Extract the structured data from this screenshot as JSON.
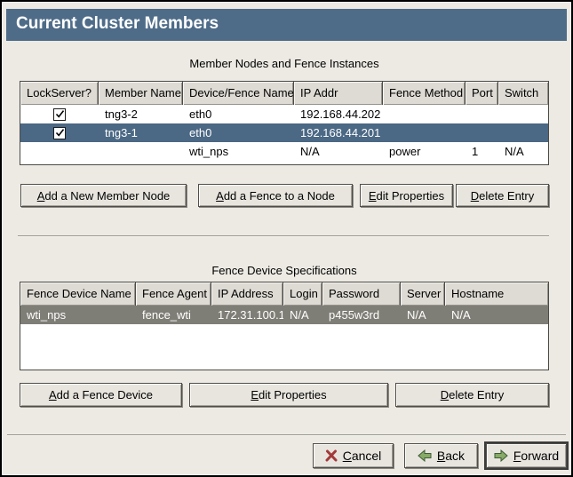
{
  "window": {
    "title": "Current Cluster Members"
  },
  "colors": {
    "titlebar_bg": "#4e6c88",
    "active_selection_bg": "#4b6884",
    "inactive_selection_bg": "#7f7e76",
    "window_bg": "#eceae3",
    "cancel_icon_red": "#a33a3a",
    "arrow_icon_green": "#87aa67"
  },
  "member_section": {
    "heading": "Member Nodes and Fence Instances",
    "columns": [
      "LockServer?",
      "Member Name",
      "Device/Fence Name",
      "IP Addr",
      "Fence Method",
      "Port",
      "Switch"
    ],
    "rows": [
      {
        "lockserver_checked": true,
        "member_name": "tng3-2",
        "device_fence_name": "eth0",
        "ip_addr": "192.168.44.202",
        "fence_method": "",
        "port": "",
        "switch": ""
      },
      {
        "lockserver_checked": true,
        "member_name": "tng3-1",
        "device_fence_name": "eth0",
        "ip_addr": "192.168.44.201",
        "fence_method": "",
        "port": "",
        "switch": ""
      },
      {
        "lockserver_checked": false,
        "member_name": "",
        "device_fence_name": "wti_nps",
        "ip_addr": "N/A",
        "fence_method": "power",
        "port": "1",
        "switch": "N/A"
      }
    ],
    "selected_row_index": 1,
    "buttons": {
      "add_member": "Add a New Member Node",
      "add_fence": "Add a Fence to a Node",
      "edit_properties": "Edit Properties",
      "delete_entry": "Delete Entry"
    }
  },
  "fence_section": {
    "heading": "Fence Device Specifications",
    "columns": [
      "Fence Device Name",
      "Fence Agent",
      "IP Address",
      "Login",
      "Password",
      "Server",
      "Hostname"
    ],
    "rows": [
      {
        "fence_device_name": "wti_nps",
        "fence_agent": "fence_wti",
        "ip_address": "172.31.100.1",
        "login": "N/A",
        "password": "p455w3rd",
        "server": "N/A",
        "hostname": "N/A"
      }
    ],
    "selected_row_index": 0,
    "buttons": {
      "add_device": "Add a Fence Device",
      "edit_properties": "Edit Properties",
      "delete_entry": "Delete Entry"
    }
  },
  "footer": {
    "cancel": "Cancel",
    "back": "Back",
    "forward": "Forward"
  }
}
